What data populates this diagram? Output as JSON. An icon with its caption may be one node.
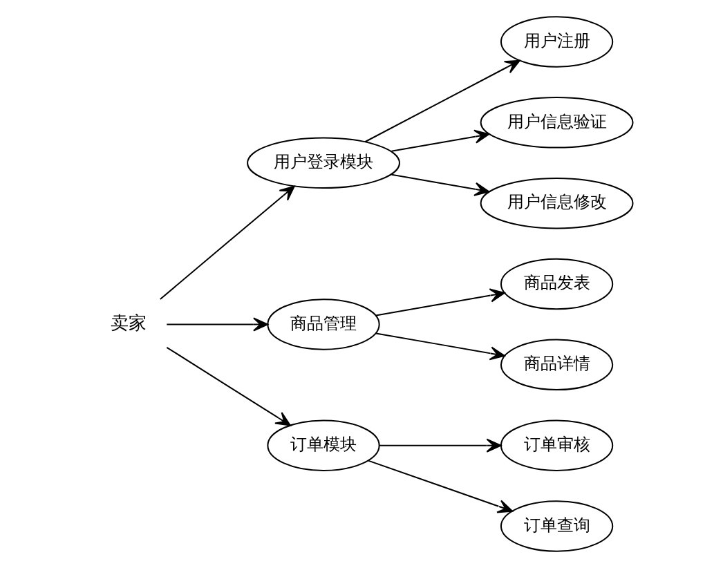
{
  "diagram": {
    "nodes": [
      {
        "text": [
          "卖家"
        ]
      },
      {
        "text": [
          "用户登录模块"
        ]
      },
      {
        "text": [
          "用户注册"
        ]
      },
      {
        "text": [
          "用户信息验证"
        ]
      },
      {
        "text": [
          "用户信息修改"
        ]
      },
      {
        "text": [
          "商品管理"
        ]
      },
      {
        "text": [
          "商品发表"
        ]
      },
      {
        "text": [
          "商品详情"
        ]
      },
      {
        "text": [
          "订单模块"
        ]
      },
      {
        "text": [
          "订单审核"
        ]
      },
      {
        "text": [
          "订单查询"
        ]
      }
    ],
    "edges": [
      {
        "from": 0,
        "to": 1,
        "arrow": "to"
      },
      {
        "from": 1,
        "to": 2,
        "arrow": "to"
      },
      {
        "from": 1,
        "to": 3,
        "arrow": "to"
      },
      {
        "from": 1,
        "to": 4,
        "arrow": "to"
      },
      {
        "from": 0,
        "to": 5,
        "arrow": "to"
      },
      {
        "from": 5,
        "to": 6,
        "arrow": "to"
      },
      {
        "from": 5,
        "to": 7,
        "arrow": "to"
      },
      {
        "from": 0,
        "to": 8,
        "arrow": "to"
      },
      {
        "from": 8,
        "to": 9,
        "arrow": "to"
      },
      {
        "from": 8,
        "to": 10,
        "arrow": "to"
      }
    ]
  }
}
